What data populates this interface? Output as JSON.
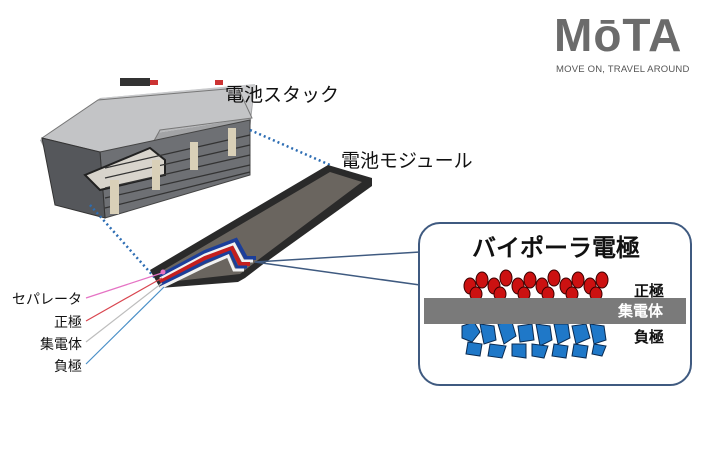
{
  "logo": {
    "brand": "MōTA",
    "tagline": "MOVE ON, TRAVEL AROUND",
    "color": "#6b6b6b"
  },
  "labels": {
    "stack": "電池スタック",
    "module": "電池モジュール"
  },
  "layer_legend": [
    {
      "label": "セパレータ",
      "line_color": "#e573c4"
    },
    {
      "label": "正極",
      "line_color": "#d9454f"
    },
    {
      "label": "集電体",
      "line_color": "#bdbdbd"
    },
    {
      "label": "負極",
      "line_color": "#4a8fc7"
    }
  ],
  "callout": {
    "title": "バイポーラ電極",
    "positive": "正極",
    "collector": "集電体",
    "negative": "負極",
    "border_color": "#3f5a80",
    "positive_color": "#cc1111",
    "negative_color": "#1f78c8",
    "collector_color": "#7a7a7a"
  }
}
